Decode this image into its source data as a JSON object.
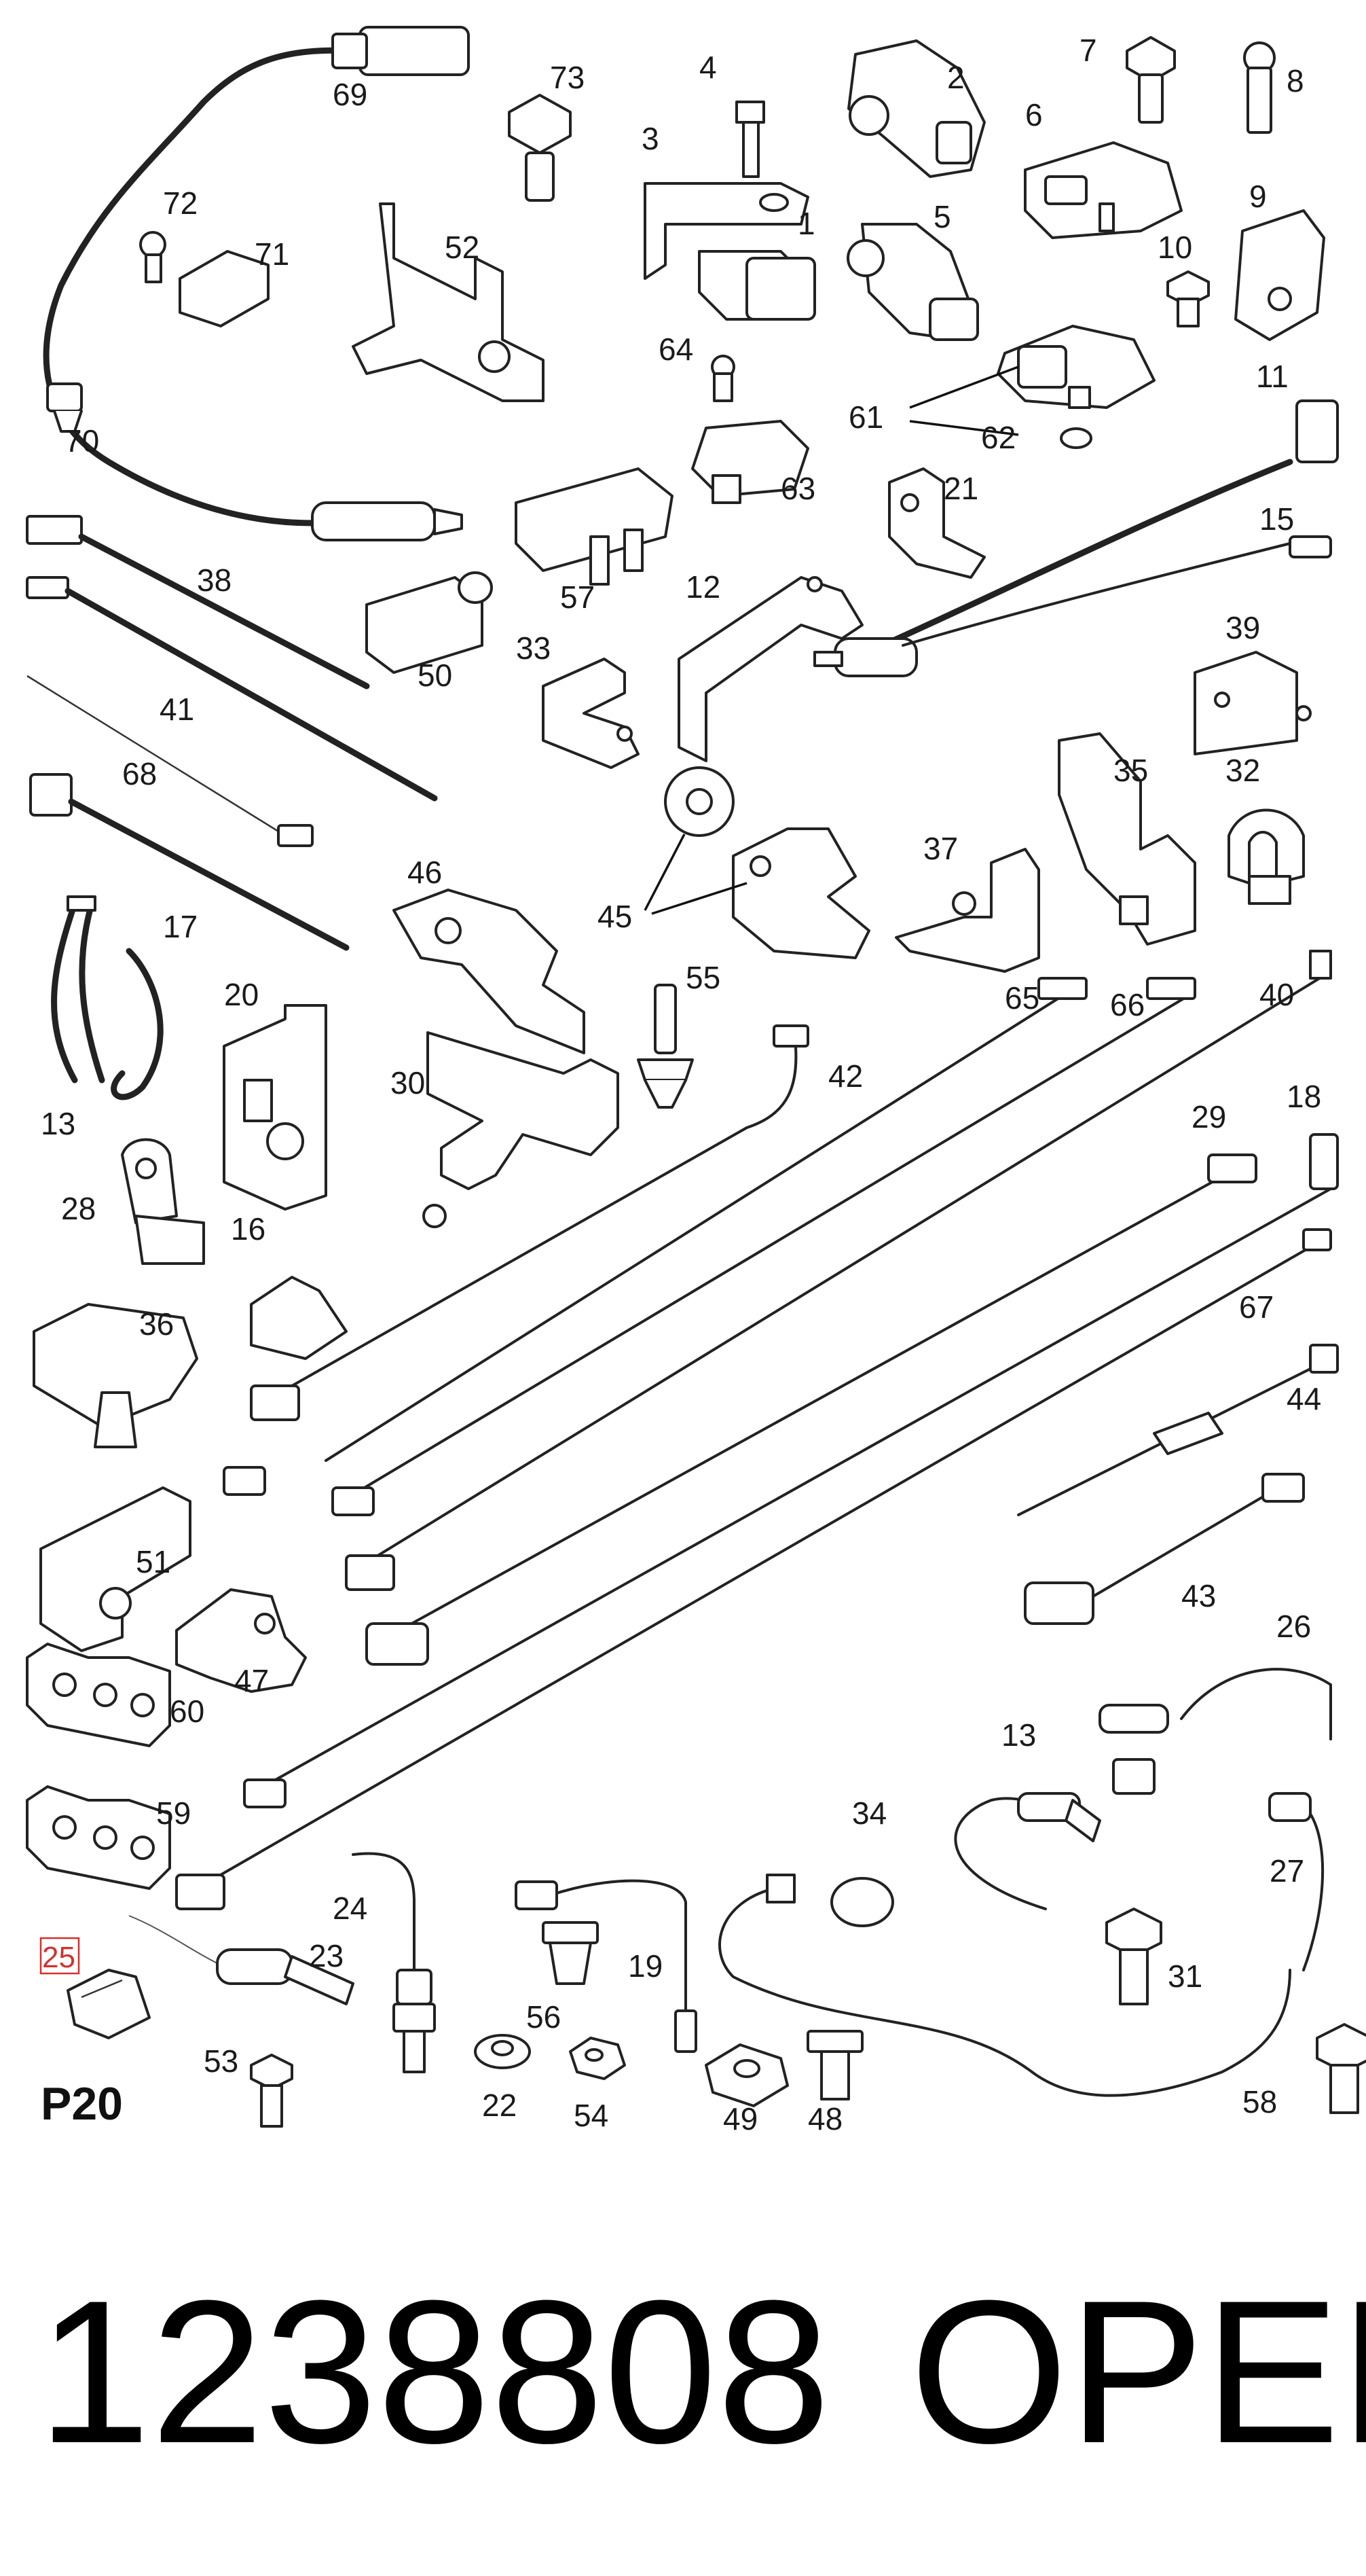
{
  "diagram": {
    "section_code": "P20",
    "footer_left": "1238808",
    "footer_right": "OPEL",
    "highlighted_callout": "25",
    "highlight_color": "#d0332f",
    "callouts": [
      "1",
      "2",
      "3",
      "4",
      "5",
      "6",
      "7",
      "8",
      "9",
      "10",
      "11",
      "12",
      "13",
      "15",
      "16",
      "17",
      "18",
      "19",
      "20",
      "21",
      "22",
      "23",
      "24",
      "25",
      "26",
      "27",
      "28",
      "29",
      "30",
      "31",
      "32",
      "33",
      "34",
      "35",
      "36",
      "37",
      "38",
      "39",
      "40",
      "41",
      "42",
      "43",
      "44",
      "45",
      "46",
      "47",
      "48",
      "49",
      "50",
      "51",
      "52",
      "53",
      "54",
      "55",
      "56",
      "57",
      "58",
      "59",
      "60",
      "61",
      "62",
      "63",
      "64",
      "65",
      "66",
      "67",
      "68",
      "69",
      "70",
      "71",
      "72",
      "73"
    ]
  }
}
